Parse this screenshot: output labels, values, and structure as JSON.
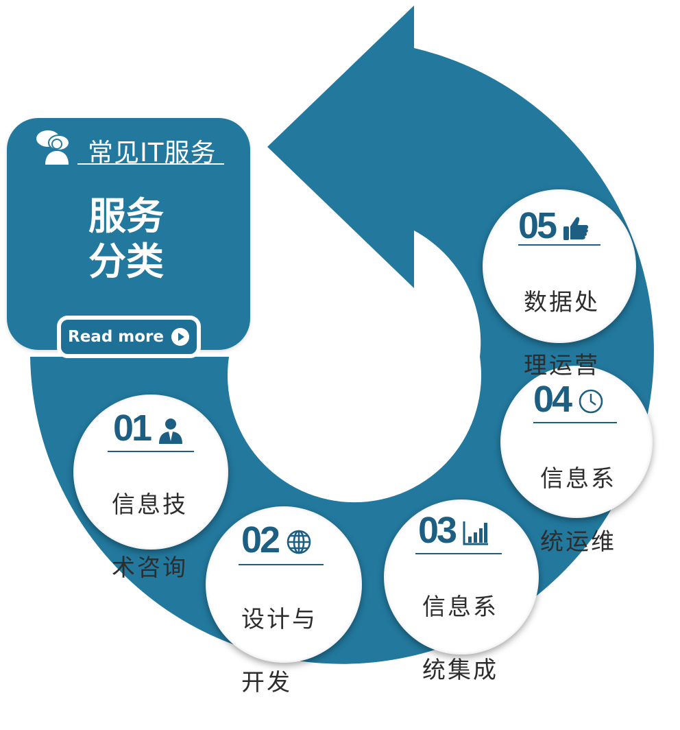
{
  "colors": {
    "ring": "#22789d",
    "card": "#22789d",
    "number": "#1c5f82",
    "label": "#2d2d2d",
    "card_text": "#ffffff"
  },
  "card": {
    "subtitle": "常见IT服务",
    "heading_line1": "服务",
    "heading_line2": "分类",
    "read_more": "Read more",
    "icons": {
      "chat": "chat-people-icon",
      "play": "play-circle-icon"
    }
  },
  "steps": [
    {
      "number": "01",
      "label_line1": "信息技",
      "label_line2": "术咨询",
      "icon": "businessman-icon"
    },
    {
      "number": "02",
      "label_line1": "设计与",
      "label_line2": "开发",
      "icon": "globe-icon"
    },
    {
      "number": "03",
      "label_line1": "信息系",
      "label_line2": "统集成",
      "icon": "bar-chart-icon"
    },
    {
      "number": "04",
      "label_line1": "信息系",
      "label_line2": "统运维",
      "icon": "clock-icon"
    },
    {
      "number": "05",
      "label_line1": "数据处",
      "label_line2": "理运营",
      "icon": "thumbs-up-icon"
    }
  ]
}
